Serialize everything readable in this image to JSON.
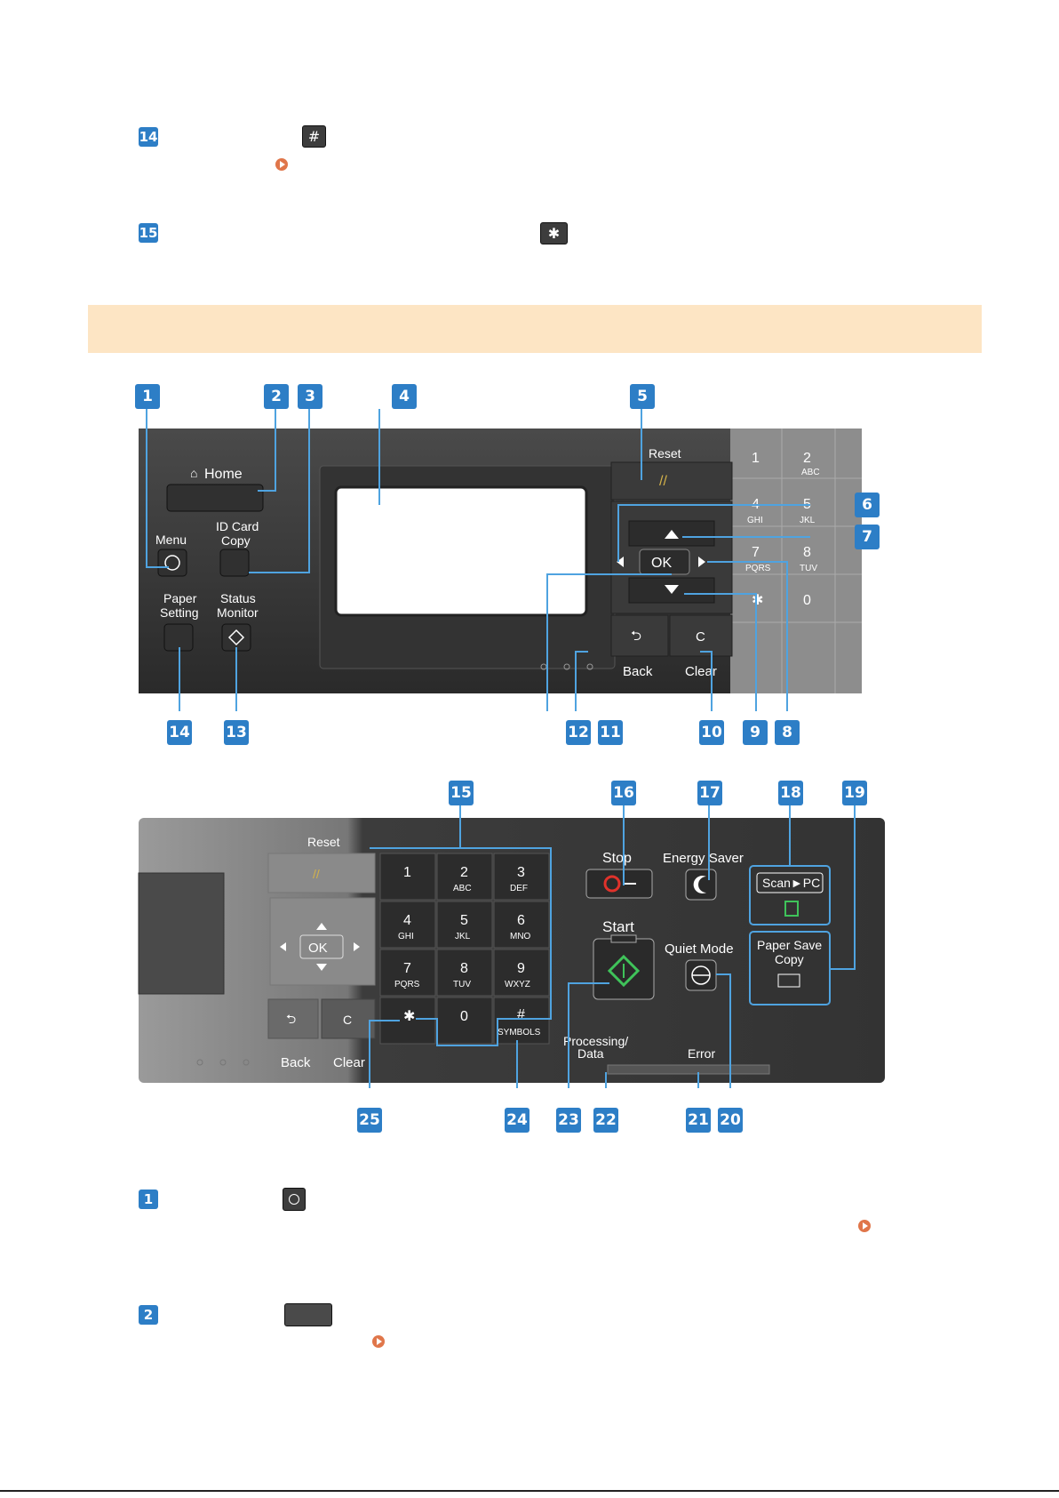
{
  "top_items": [
    {
      "number": "14",
      "key_symbol": "#"
    },
    {
      "number": "15",
      "key_symbol": "✱"
    }
  ],
  "panel1": {
    "home_label": "Home",
    "menu_label": "Menu",
    "id_card_label": [
      "ID Card",
      "Copy"
    ],
    "paper_setting_label": [
      "Paper",
      "Setting"
    ],
    "status_monitor_label": [
      "Status",
      "Monitor"
    ],
    "reset_label": "Reset",
    "ok_label": "OK",
    "back_label": "Back",
    "clear_label": "Clear",
    "keys": [
      {
        "digit": "1",
        "letters": ""
      },
      {
        "digit": "2",
        "letters": "ABC"
      },
      {
        "digit": "4",
        "letters": "GHI"
      },
      {
        "digit": "5",
        "letters": "JKL"
      },
      {
        "digit": "7",
        "letters": "PQRS"
      },
      {
        "digit": "8",
        "letters": "TUV"
      },
      {
        "digit": "✱",
        "letters": ""
      },
      {
        "digit": "0",
        "letters": ""
      }
    ],
    "callouts_top": [
      "1",
      "2",
      "3",
      "4",
      "5"
    ],
    "callouts_right": [
      "6",
      "7"
    ],
    "callouts_bottom": [
      "14",
      "13",
      "12",
      "11",
      "10",
      "9",
      "8"
    ]
  },
  "panel2": {
    "reset_label": "Reset",
    "ok_label": "OK",
    "back_label": "Back",
    "clear_label": "Clear",
    "stop_label": "Stop",
    "energy_saver_label": "Energy Saver",
    "scan_pc_label": "Scan►PC",
    "paper_save_label": [
      "Paper Save",
      "Copy"
    ],
    "start_label": "Start",
    "quiet_mode_label": "Quiet Mode",
    "processing_label": [
      "Processing/",
      "Data"
    ],
    "error_label": "Error",
    "keypad": [
      {
        "digit": "1",
        "letters": ""
      },
      {
        "digit": "2",
        "letters": "ABC"
      },
      {
        "digit": "3",
        "letters": "DEF"
      },
      {
        "digit": "4",
        "letters": "GHI"
      },
      {
        "digit": "5",
        "letters": "JKL"
      },
      {
        "digit": "6",
        "letters": "MNO"
      },
      {
        "digit": "7",
        "letters": "PQRS"
      },
      {
        "digit": "8",
        "letters": "TUV"
      },
      {
        "digit": "9",
        "letters": "WXYZ"
      },
      {
        "digit": "✱",
        "letters": ""
      },
      {
        "digit": "0",
        "letters": ""
      },
      {
        "digit": "#",
        "letters": "SYMBOLS"
      }
    ],
    "callouts_top": [
      "15",
      "16",
      "17",
      "18",
      "19"
    ],
    "callouts_bottom": [
      "25",
      "24",
      "23",
      "22",
      "21",
      "20"
    ]
  },
  "bottom_items": [
    {
      "number": "1"
    },
    {
      "number": "2"
    }
  ]
}
